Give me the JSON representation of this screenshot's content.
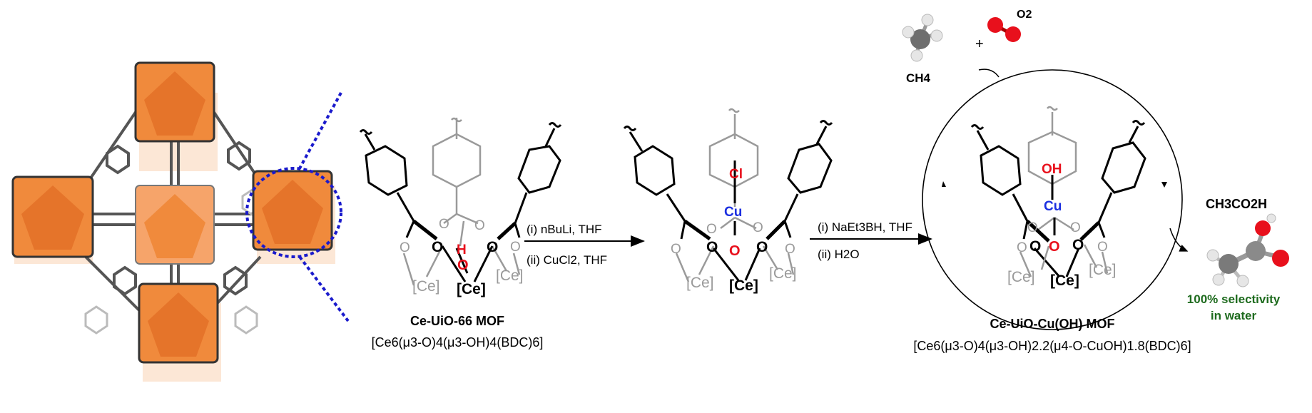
{
  "colors": {
    "orange": "#f08a3c",
    "orange_light": "#f7b98a",
    "blue_dashed": "#1a1acc",
    "red": "#e8101c",
    "cu_blue": "#1b2fe0",
    "gray": "#9a9a9a",
    "green": "#1e6b1e"
  },
  "compound1": {
    "name": "Ce-UiO-66 MOF",
    "formula": "[Ce6(μ3-O)4(μ3-OH)4(BDC)6]"
  },
  "step1": {
    "reagent1": "(i) nBuLi, THF",
    "reagent2": "(ii) CuCl2, THF"
  },
  "step2": {
    "reagent1": "(i) NaEt3BH, THF",
    "reagent2": "(ii) H2O"
  },
  "compound3": {
    "name": "Ce-UiO-Cu(OH) MOF",
    "formula": "[Ce6(μ3-O)4(μ3-OH)2.2(μ4-O-CuOH)1.8(BDC)6]"
  },
  "cluster_labels": {
    "ce": "[Ce]",
    "o": "O",
    "h": "H",
    "oh": "OH",
    "cl": "Cl",
    "cu": "Cu"
  },
  "reactants": {
    "ch4": "CH4",
    "o2": "O2",
    "plus": "+"
  },
  "product": {
    "name": "CH3CO2H",
    "selectivity_line1": "100% selectivity",
    "selectivity_line2": "in  water"
  }
}
